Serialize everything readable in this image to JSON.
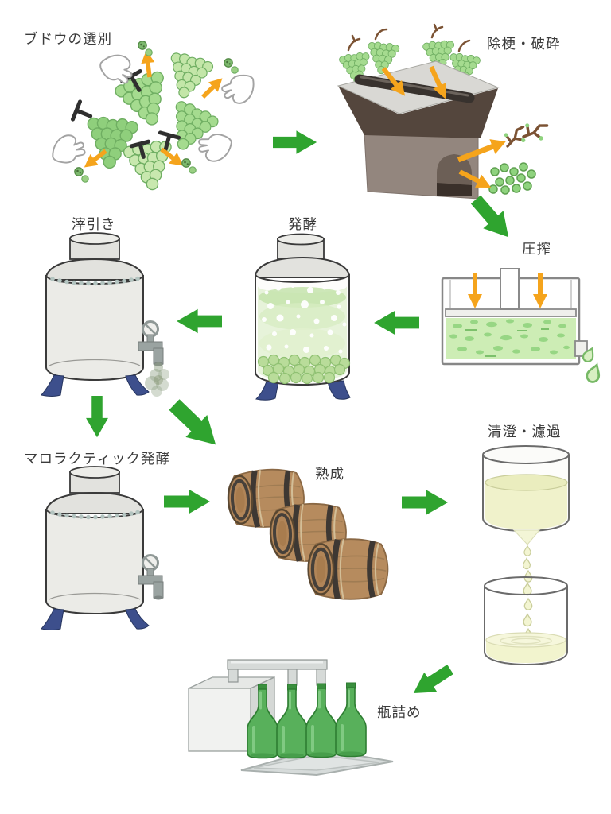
{
  "steps": [
    {
      "id": "selection",
      "label": "ブドウの選別"
    },
    {
      "id": "destemming_crushing",
      "label": "除梗・破砕"
    },
    {
      "id": "pressing",
      "label": "圧搾"
    },
    {
      "id": "fermentation",
      "label": "発酵"
    },
    {
      "id": "racking",
      "label": "滓引き"
    },
    {
      "id": "malolactic_fermentation",
      "label": "マロラクティック発酵"
    },
    {
      "id": "aging",
      "label": "熟成"
    },
    {
      "id": "clarification_filtration",
      "label": "清澄・濾過"
    },
    {
      "id": "bottling",
      "label": "瓶詰め"
    }
  ],
  "flow": [
    [
      "selection",
      "destemming_crushing"
    ],
    [
      "destemming_crushing",
      "pressing"
    ],
    [
      "pressing",
      "fermentation"
    ],
    [
      "fermentation",
      "racking"
    ],
    [
      "racking",
      "malolactic_fermentation"
    ],
    [
      "racking",
      "aging"
    ],
    [
      "malolactic_fermentation",
      "aging"
    ],
    [
      "aging",
      "clarification_filtration"
    ],
    [
      "clarification_filtration",
      "bottling"
    ]
  ],
  "colors": {
    "arrow_green": "#2FA42F",
    "arrow_orange": "#F5A41C",
    "grape_green": "#A5DB8F",
    "stem_brown": "#7B5233",
    "crusher_grey": "#93867E",
    "tank_grey": "#EBEBE7",
    "leg_blue": "#3D4F8C",
    "barrel_brown": "#B68B5E",
    "barrel_hoop": "#3E3833",
    "juice_green": "#CDEDB5",
    "wine_yellow": "#F0F2CB",
    "bottle_green": "#58B05B"
  }
}
